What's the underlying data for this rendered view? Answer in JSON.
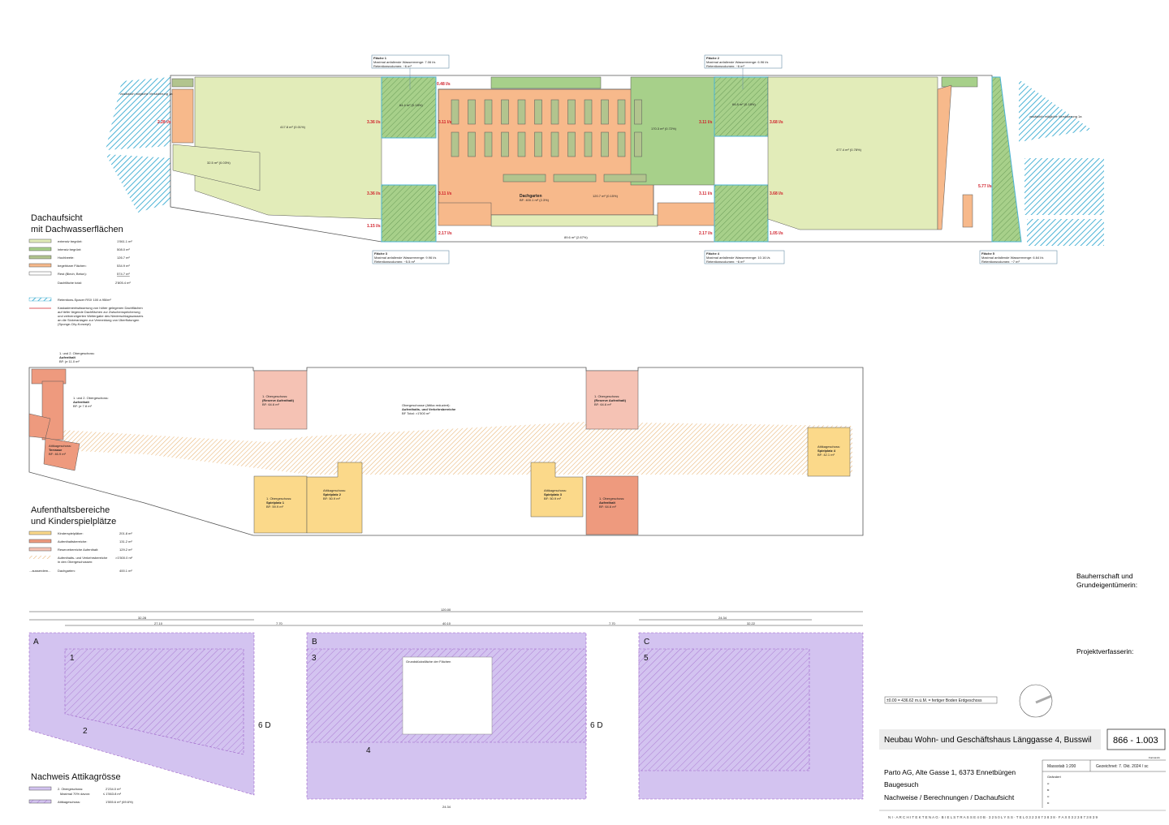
{
  "colors": {
    "extensive_green": "#e2ecb9",
    "intensive_green": "#a7d08a",
    "raised_beds": "#b2c48e",
    "walkable": "#f7b98b",
    "retention_blue": "#4bb3d6",
    "cascade_arrow": "#d0202a",
    "playground": "#fbd98a",
    "stay_area": "#ee9a7e",
    "reserve_stay": "#f5c2b4",
    "traffic_hatch": "#e9b77a",
    "attic_purple": "#d3c3f0",
    "attic_hatch": "#9b5fc7"
  },
  "roof_plan": {
    "title_line1": "Dachaufsicht",
    "title_line2": "mit Dachwasserflächen",
    "legend": [
      {
        "label": "extensiv begrünt:",
        "value": "1'061.1 m²"
      },
      {
        "label": "intensiv begrünt:",
        "value": "508.0 m²"
      },
      {
        "label": "Hochbeete:",
        "value": "126.7 m²"
      },
      {
        "label": "begehbare Flächen:",
        "value": "534.9 m²"
      },
      {
        "label": "Rest (Blech, Beton):",
        "value": "574.7 m²"
      },
      {
        "label": "Dachfläche total:",
        "value": "2'805.4 m²"
      }
    ],
    "retention_label": "Retentions-Spacer RSX 100 à 95l/m²",
    "cascade_text": [
      "Kaskadenentwässerung von höher gelegenen Dachflächen",
      "auf tiefer liegende Dachflächen zur Zwischenspeicherung",
      "und zeitverzögerten Weitergabe des Niederschlagswassers",
      "an die Sickeranlagen zur Vermeidung von Überflutungen",
      "(Sponge-City-Konzept)"
    ],
    "areas": [
      {
        "name": "Fläche 1",
        "flow": "Maximal anfallende Wassermenge: 7.06 l/s",
        "retention": "Retentionsvolumen: ~6 m³"
      },
      {
        "name": "Fläche 2",
        "flow": "Maximal anfallende Wassermenge: 6.96 l/s",
        "retention": "Retentionsvolumen: ~6 m³"
      },
      {
        "name": "Fläche 3",
        "flow": "Maximal anfallende Wassermenge: 9.96 l/s",
        "retention": "Retentionsvolumen: ~5.5 m³"
      },
      {
        "name": "Fläche 4",
        "flow": "Maximal anfallende Wassermenge: 10.16 l/s",
        "retention": "Retentionsvolumen: ~6 m³"
      },
      {
        "name": "Fläche 5",
        "flow": "Maximal anfallende Wassermenge: 6.64 l/s",
        "retention": "Retentionsvolumen: ~7 m³"
      }
    ],
    "flows": [
      "2.28 l/s",
      "3.36 l/s",
      "3.36 l/s",
      "1.15 l/s",
      "0.48 l/s",
      "3.11 l/s",
      "3.11 l/s",
      "2.17 l/s",
      "3.11 l/s",
      "3.11 l/s",
      "2.17 l/s",
      "3.68 l/s",
      "3.68 l/s",
      "1.05 l/s",
      "5.77 l/s"
    ],
    "surface_labels": [
      "417.8 m² (0.01%)",
      "32.5 m² (0.03%)",
      "64.4 m² (0.18%)",
      "170.3 m² (0.72%)",
      "64.8 m² (0.18%)",
      "477.4 m² (0.78%)",
      "120.7 m² (0.15%)",
      "89.6 m² (2.67%)"
    ],
    "garden_label": "Dachgarten",
    "garden_area": "BF: 400.1 m² (2.3%)",
    "retention_note_left": "zusätzlich mögliche Versickerung 1a",
    "retention_note_right": "zusätzlich mögliche Versickerung 1a"
  },
  "stay_plan": {
    "title_line1": "Aufenthaltsbereiche",
    "title_line2": "und Kinderspielplätze",
    "legend": [
      {
        "label": "Kinderspielplätze:",
        "value": "201.8 m²"
      },
      {
        "label": "Aufenthaltsbereiche:",
        "value": "131.2 m²"
      },
      {
        "label": "Reservebereiche Aufenthalt:",
        "value": "129.2 m²"
      },
      {
        "label": "Aufenthalts- und Verkehrsbereiche in den Obergeschossen:",
        "value": ">1'500.0 m²"
      },
      {
        "prefix": "...ausserdem...",
        "label": "Dachgarten:",
        "value": "400.1 m²"
      }
    ],
    "labels": [
      {
        "floor": "1. und 2. Obergeschoss:",
        "name": "Aufenthalt",
        "area": "BF: je 11.0 m²"
      },
      {
        "floor": "1. und 2. Obergeschoss:",
        "name": "Aufenthalt",
        "area": "BF: je 7.8 m²"
      },
      {
        "floor": "Attikageschoss:",
        "name": "Terrasse",
        "area": "BF: 46.9 m²"
      },
      {
        "floor": "1. Obergeschoss:",
        "name": "(Reserve Aufenthalt)",
        "area": "BF: 64.6 m²"
      },
      {
        "floor": "Obergeschosse (Attika reduziert):",
        "name": "Aufenthalts- und Verkehrsbereiche",
        "area": "BF Total: >1'500 m²"
      },
      {
        "floor": "1. Obergeschoss:",
        "name": "(Reserve Aufenthalt)",
        "area": "BF: 64.6 m²"
      },
      {
        "floor": "1. Obergeschoss:",
        "name": "Spielplatz 1",
        "area": "BF: 59.9 m²"
      },
      {
        "floor": "Attikageschoss:",
        "name": "Spielplatz 2",
        "area": "BF: 50.9 m²"
      },
      {
        "floor": "Attikageschoss:",
        "name": "Spielplatz 3",
        "area": "BF: 50.9 m²"
      },
      {
        "floor": "1. Obergeschoss:",
        "name": "Aufenthalt",
        "area": "BF: 64.6 m²"
      },
      {
        "floor": "Attikageschoss:",
        "name": "Spielplatz 4",
        "area": "BF: 42.1 m²"
      }
    ]
  },
  "attic_plan": {
    "title": "Nachweis Attikagrösse",
    "legend": [
      {
        "label": "2. Obergeschoss:",
        "value": "2'234.0 m²"
      },
      {
        "label": "Maximal 70% davon:",
        "value": "≤ 1'563.8 m²"
      },
      {
        "label": "Attikageschoss:",
        "value": "1'555.6 m² (69.6%)"
      }
    ],
    "dimensions": [
      "120.00",
      "32.28",
      "27.10",
      "7.70",
      "40.10",
      "7.70",
      "24.34",
      "32.22",
      "24.34"
    ],
    "section_letters": [
      "A",
      "B",
      "C"
    ],
    "area_numbers": [
      "1",
      "2",
      "3",
      "4",
      "5"
    ],
    "cut_labels": [
      "6 D",
      "6 D"
    ],
    "table_title": "Grundstücksfläche der Flächen"
  },
  "title_block": {
    "owner_label_line1": "Bauherrschaft und",
    "owner_label_line2": "Grundeigentümerin:",
    "designer_label": "Projektverfasserin:",
    "elevation_note": "±0.00 = 436.62 m.ü.M. = fertiger Boden Erdgeschoss",
    "project_title": "Neubau Wohn- und Geschäftshaus Länggasse 4, Busswil",
    "plan_number": "866 - 1.003",
    "client": "Parto AG, Alte Gasse 1, 6373 Ennetbürgen",
    "phase": "Baugesuch",
    "content": "Nachweise / Berechnungen / Dachaufsicht",
    "format": "Format A1",
    "scale": "Massstab 1:200",
    "drawn": "Gezeichnet: 7. Okt. 2024 / sc",
    "changed": "Geändert",
    "revisions": [
      "A:",
      "B:",
      "C:",
      "D:"
    ],
    "footer": "N I · A R C H I T E K T E N  A G · B I E L S T R A S S E  4 0 B · 3 2 5 0  L Y S S · T E L  0 3 2  3 8 7  3 8  3 8 · F A X  0 3 2  3 8 7  3 8  3 9"
  }
}
